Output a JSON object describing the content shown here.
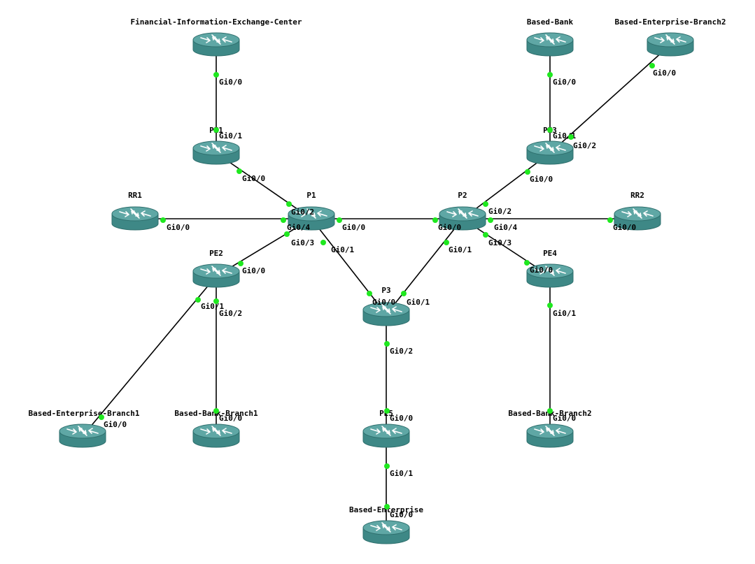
{
  "colors": {
    "router_top": "#5fa7a5",
    "router_side": "#3e8886",
    "router_edge": "#2e6f6d",
    "router_mark": "#ffffff",
    "link": "#000000",
    "port_dot": "#1fe81f",
    "background": "#ffffff"
  },
  "icon": "router-icon",
  "devices": [
    {
      "id": "fiec",
      "name": "Financial-Information-Exchange-Center"
    },
    {
      "id": "based-bank",
      "name": "Based-Bank"
    },
    {
      "id": "beb2",
      "name": "Based-Enterprise-Branch2"
    },
    {
      "id": "pe1",
      "name": "PE1"
    },
    {
      "id": "pe3",
      "name": "PE3"
    },
    {
      "id": "rr1",
      "name": "RR1"
    },
    {
      "id": "p1",
      "name": "P1"
    },
    {
      "id": "p2",
      "name": "P2"
    },
    {
      "id": "rr2",
      "name": "RR2"
    },
    {
      "id": "pe2",
      "name": "PE2"
    },
    {
      "id": "pe4",
      "name": "PE4"
    },
    {
      "id": "p3",
      "name": "P3"
    },
    {
      "id": "beb1",
      "name": "Based-Enterprise-Branch1"
    },
    {
      "id": "bbb1",
      "name": "Based-Bank-Branch1"
    },
    {
      "id": "pe5",
      "name": "PE5"
    },
    {
      "id": "bbb2",
      "name": "Based-Bank-Branch2"
    },
    {
      "id": "be",
      "name": "Based-Enterprise"
    }
  ],
  "links": [
    {
      "a": "fiec",
      "a_port": "Gi0/0",
      "b": "pe1",
      "b_port": "Gi0/1"
    },
    {
      "a": "pe1",
      "a_port": "Gi0/0",
      "b": "p1",
      "b_port": "Gi0/2"
    },
    {
      "a": "rr1",
      "a_port": "Gi0/0",
      "b": "p1",
      "b_port": "Gi0/4"
    },
    {
      "a": "p1",
      "a_port": "Gi0/0",
      "b": "p2",
      "b_port": "Gi0/0"
    },
    {
      "a": "p1",
      "a_port": "Gi0/3",
      "b": "pe2",
      "b_port": "Gi0/0"
    },
    {
      "a": "p1",
      "a_port": "Gi0/1",
      "b": "p3",
      "b_port": "Gi0/0"
    },
    {
      "a": "based-bank",
      "a_port": "Gi0/0",
      "b": "pe3",
      "b_port": "Gi0/1"
    },
    {
      "a": "beb2",
      "a_port": "Gi0/0",
      "b": "pe3",
      "b_port": "Gi0/2"
    },
    {
      "a": "pe3",
      "a_port": "Gi0/0",
      "b": "p2",
      "b_port": "Gi0/2"
    },
    {
      "a": "p2",
      "a_port": "Gi0/4",
      "b": "rr2",
      "b_port": "Gi0/0"
    },
    {
      "a": "p2",
      "a_port": "Gi0/3",
      "b": "pe4",
      "b_port": "Gi0/0"
    },
    {
      "a": "p2",
      "a_port": "Gi0/1",
      "b": "p3",
      "b_port": "Gi0/1"
    },
    {
      "a": "pe2",
      "a_port": "Gi0/1",
      "b": "beb1",
      "b_port": "Gi0/0"
    },
    {
      "a": "pe2",
      "a_port": "Gi0/2",
      "b": "bbb1",
      "b_port": "Gi0/0"
    },
    {
      "a": "p3",
      "a_port": "Gi0/2",
      "b": "pe5",
      "b_port": "Gi0/0"
    },
    {
      "a": "pe5",
      "a_port": "Gi0/1",
      "b": "be",
      "b_port": "Gi0/0"
    },
    {
      "a": "pe4",
      "a_port": "Gi0/1",
      "b": "bbb2",
      "b_port": "Gi0/0"
    }
  ]
}
